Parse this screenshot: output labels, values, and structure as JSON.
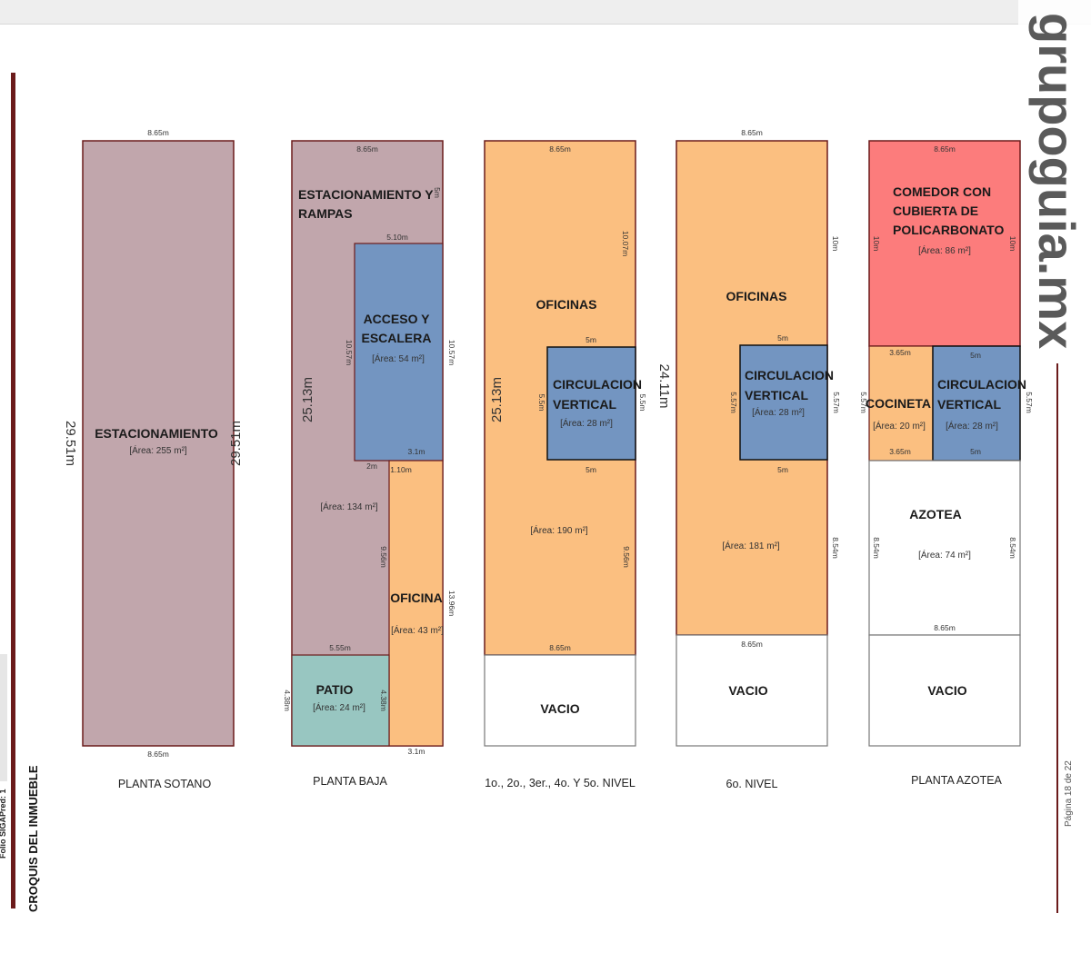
{
  "document": {
    "section_title": "CROQUIS DEL INMUEBLE",
    "folio_label": "Folio SIGAPred: 1",
    "page_label": "Página 18 de 22",
    "watermark": "grupoguia.mx"
  },
  "colors": {
    "parking": "#c1a6ac",
    "office": "#fbbf80",
    "circulation": "#7395c1",
    "patio": "#98c6c1",
    "dining": "#fc7c7c",
    "empty": "#ffffff",
    "border": "#6b1b1b"
  },
  "plans": {
    "sotano": {
      "caption": "PLANTA SOTANO",
      "top_dim": "8.65m",
      "bottom_dim": "8.65m",
      "left_dim": "29.51m",
      "right_dim": "29.51m",
      "estacionamiento": {
        "label": "ESTACIONAMIENTO",
        "area": "[Área: 255 m²]"
      }
    },
    "baja": {
      "caption": "PLANTA BAJA",
      "top_dim": "8.65m",
      "left_dim": "25.13m",
      "estacionamiento": {
        "label_line1": "ESTACIONAMIENTO Y",
        "label_line2": "RAMPAS",
        "area": "[Área: 134 m²]"
      },
      "acceso": {
        "label_line1": "ACCESO Y",
        "label_line2": "ESCALERA",
        "area": "[Área: 54 m²]",
        "top_dim": "5.10m",
        "left_dim": "10.57m",
        "right_dim": "10.57m",
        "bottom_dim": "3.1m",
        "small_dim": "5m",
        "gap_dim": "2m"
      },
      "oficina": {
        "label": "OFICINA",
        "area": "[Área: 43 m²]",
        "top_dim": "1.10m",
        "left_dim": "9.56m",
        "right_dim": "13.96m",
        "bottom_dim": "3.1m"
      },
      "patio": {
        "label": "PATIO",
        "area": "[Área: 24 m²]",
        "top_dim": "5.55m",
        "left_dim": "4.38m",
        "right_dim": "4.38m"
      }
    },
    "niveles": {
      "caption": "1o., 2o., 3er., 4o. Y 5o. NIVEL",
      "top_dim": "8.65m",
      "left_dim": "25.13m",
      "right_top_dim": "10.07m",
      "right_bottom_dim": "9.56m",
      "bottom_dim": "8.65m",
      "oficinas": {
        "label": "OFICINAS",
        "area": "[Área: 190 m²]"
      },
      "circulacion": {
        "label_line1": "CIRCULACION",
        "label_line2": "VERTICAL",
        "area": "[Área: 28 m²]",
        "top_dim": "5m",
        "bottom_dim": "5m",
        "left_dim": "5.5m",
        "right_dim": "5.5m"
      },
      "vacio": {
        "label": "VACIO"
      }
    },
    "nivel6": {
      "caption": "6o. NIVEL",
      "top_dim": "8.65m",
      "left_dim": "24.11m",
      "right_top_dim": "10m",
      "right_bottom_dim": "8.54m",
      "bottom_dim": "8.65m",
      "oficinas": {
        "label": "OFICINAS",
        "area": "[Área: 181 m²]"
      },
      "circulacion": {
        "label_line1": "CIRCULACION",
        "label_line2": "VERTICAL",
        "area": "[Área: 28 m²]",
        "top_dim": "5m",
        "bottom_dim": "5m",
        "left_dim": "5.57m",
        "right_dim": "5.57m"
      },
      "vacio": {
        "label": "VACIO"
      }
    },
    "azotea": {
      "caption": "PLANTA AZOTEA",
      "top_dim": "8.65m",
      "comedor": {
        "label_line1": "COMEDOR CON",
        "label_line2": "CUBIERTA DE",
        "label_line3": "POLICARBONATO",
        "area": "[Área: 86 m²]",
        "left_dim": "10m",
        "right_dim": "10m"
      },
      "cocineta": {
        "label": "COCINETA",
        "area": "[Área: 20 m²]",
        "top_dim": "3.65m",
        "bottom_dim": "3.65m",
        "left_dim": "5.57m"
      },
      "circulacion": {
        "label_line1": "CIRCULACION",
        "label_line2": "VERTICAL",
        "area": "[Área: 28 m²]",
        "top_dim": "5m",
        "bottom_dim": "5m",
        "right_dim": "5.57m"
      },
      "azotea": {
        "label": "AZOTEA",
        "area": "[Área: 74 m²]",
        "left_dim": "8.54m",
        "right_dim": "8.54m",
        "bottom_dim": "8.65m"
      },
      "vacio": {
        "label": "VACIO"
      }
    }
  }
}
